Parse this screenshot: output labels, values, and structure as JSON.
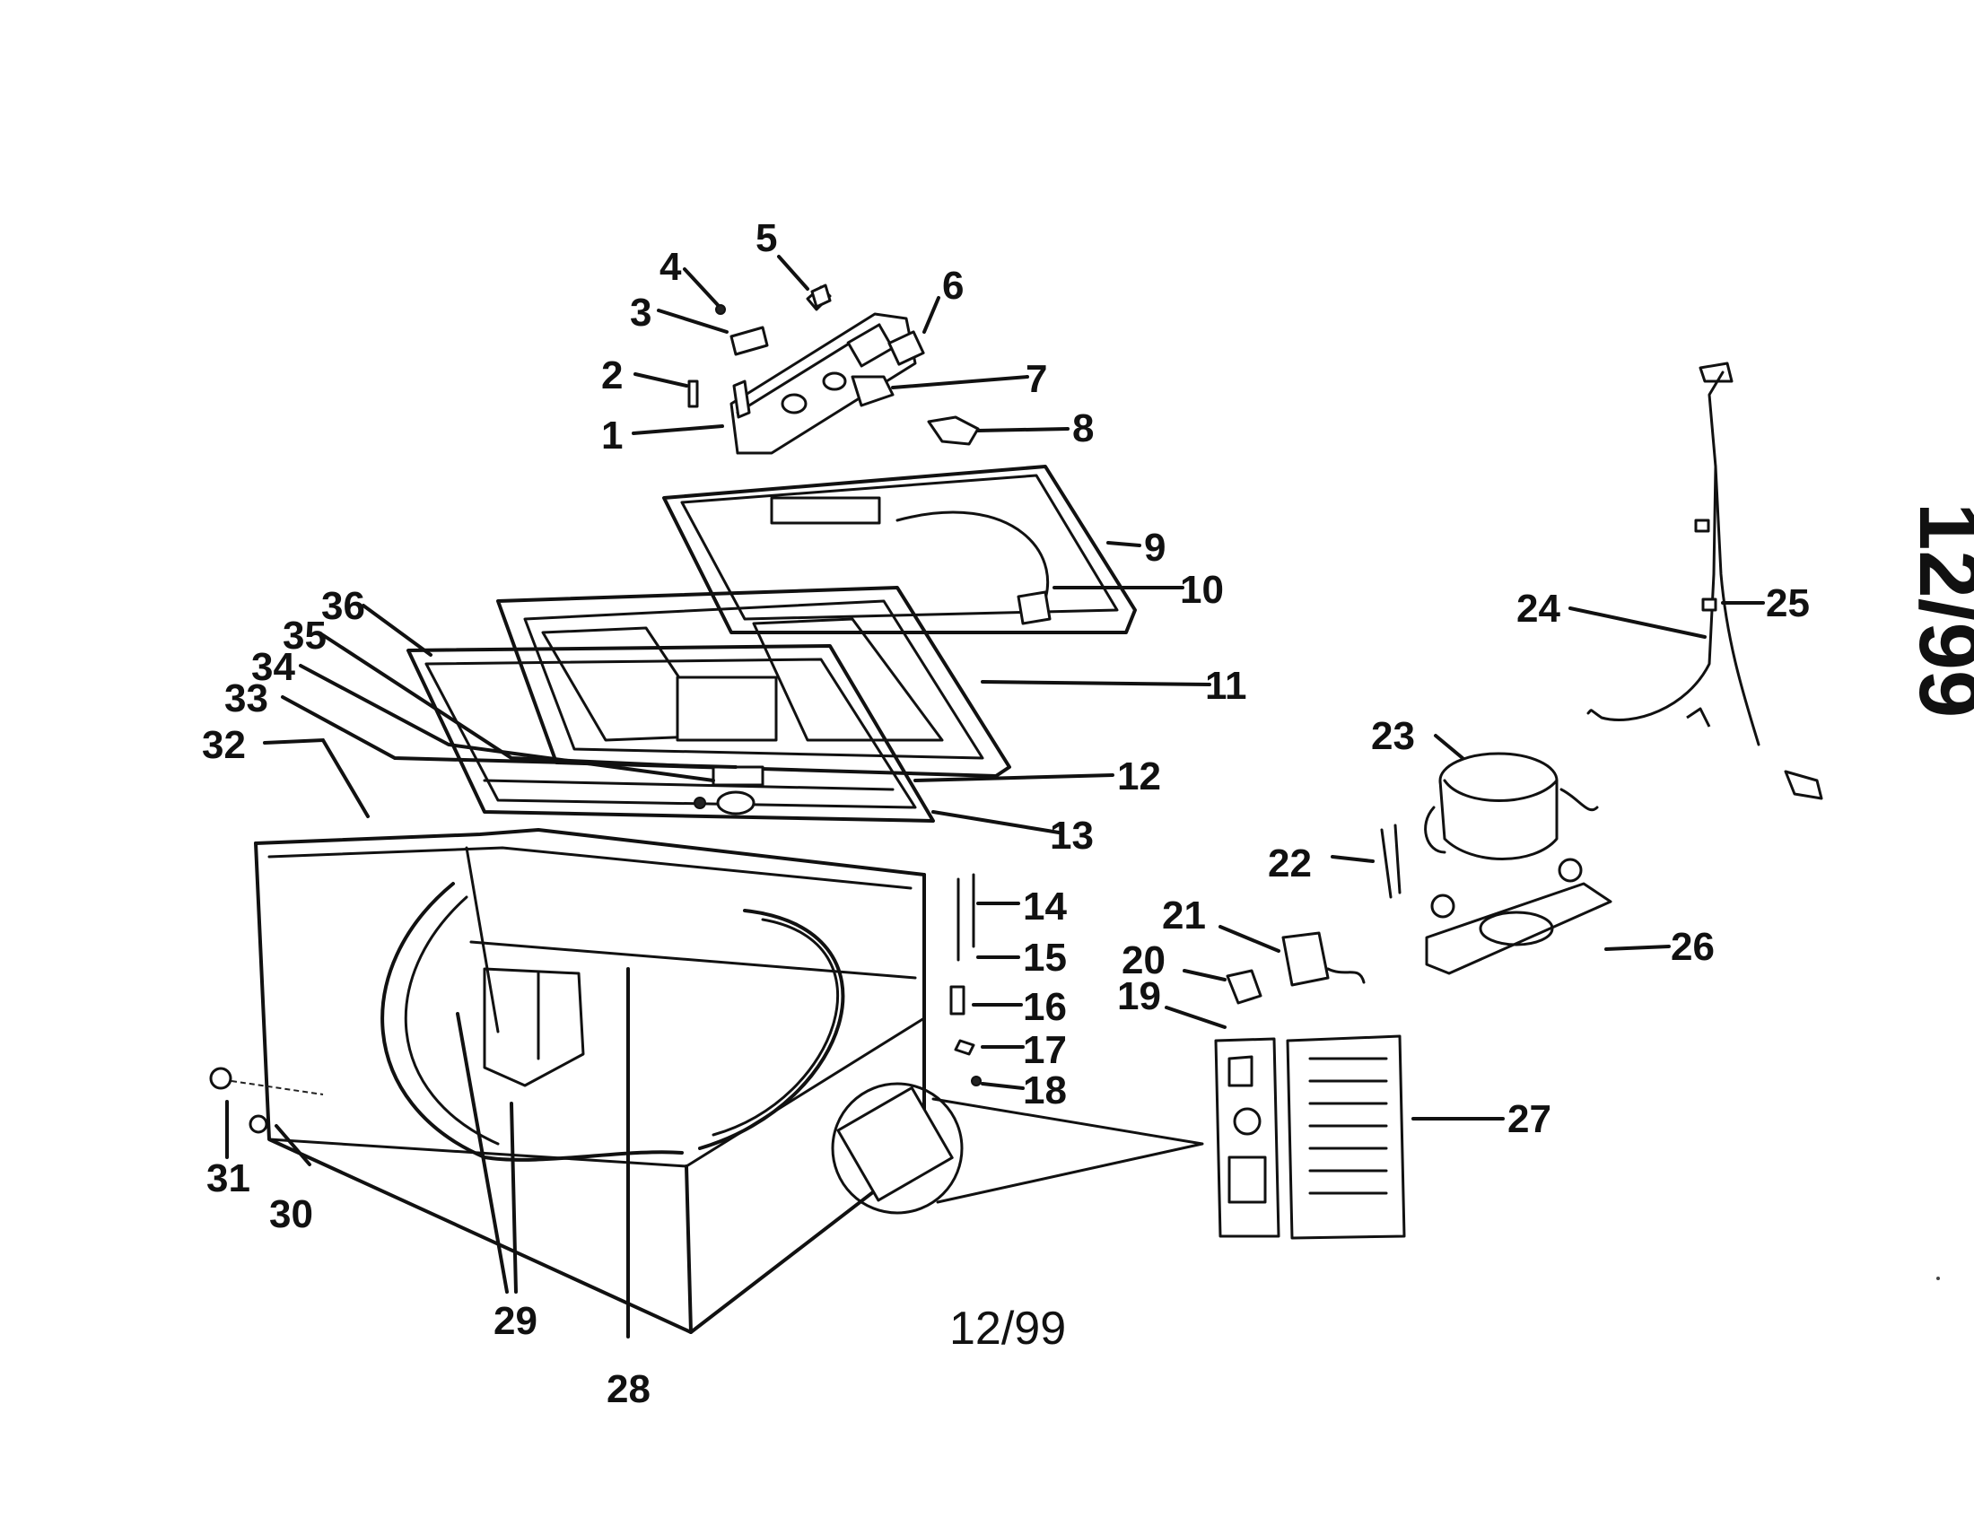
{
  "callouts": [
    "1",
    "2",
    "3",
    "4",
    "5",
    "6",
    "7",
    "8",
    "9",
    "10",
    "11",
    "12",
    "13",
    "14",
    "15",
    "16",
    "17",
    "18",
    "19",
    "20",
    "21",
    "22",
    "23",
    "24",
    "25",
    "26",
    "27",
    "28",
    "29",
    "30",
    "31",
    "32",
    "33",
    "34",
    "35",
    "36"
  ],
  "date_footer": "12/99",
  "date_handwritten": "12/99"
}
